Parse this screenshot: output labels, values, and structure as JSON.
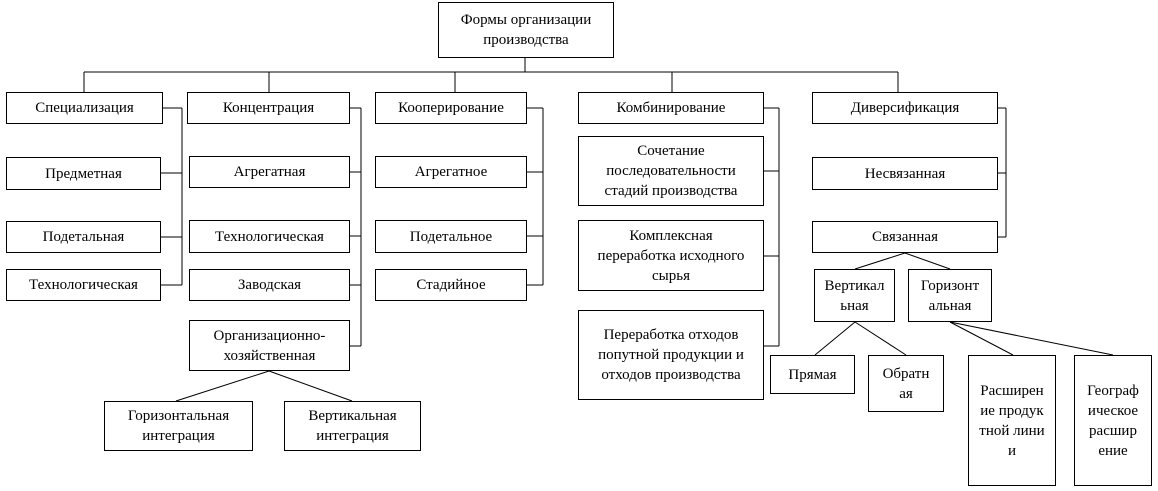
{
  "root": {
    "label": "Формы организации производства"
  },
  "specialization": {
    "label": "Специализация",
    "children": [
      "Предметная",
      "Подетальная",
      "Технологическая"
    ]
  },
  "concentration": {
    "label": "Концентрация",
    "children": [
      "Агрегатная",
      "Технологическая",
      "Заводская",
      "Организационно-хозяйственная"
    ],
    "integration": [
      "Горизонтальная интеграция",
      "Вертикальная интеграция"
    ]
  },
  "cooperation": {
    "label": "Кооперирование",
    "children": [
      "Агрегатное",
      "Подетальное",
      "Стадийное"
    ]
  },
  "combination": {
    "label": "Комбинирование",
    "children": [
      "Сочетание последовательности стадий производства",
      "Комплексная переработка исходного сырья",
      "Переработка отходов попутной продукции и отходов производства"
    ]
  },
  "diversification": {
    "label": "Диверсификация",
    "children": [
      "Несвязанная",
      "Связанная"
    ],
    "related": {
      "vertical": {
        "label": "Вертикальная",
        "children": [
          "Прямая",
          "Обратная"
        ]
      },
      "horizontal": {
        "label": "Горизонтальная",
        "children": [
          "Расширение продуктной линии",
          "Географическое расширение"
        ]
      }
    }
  }
}
